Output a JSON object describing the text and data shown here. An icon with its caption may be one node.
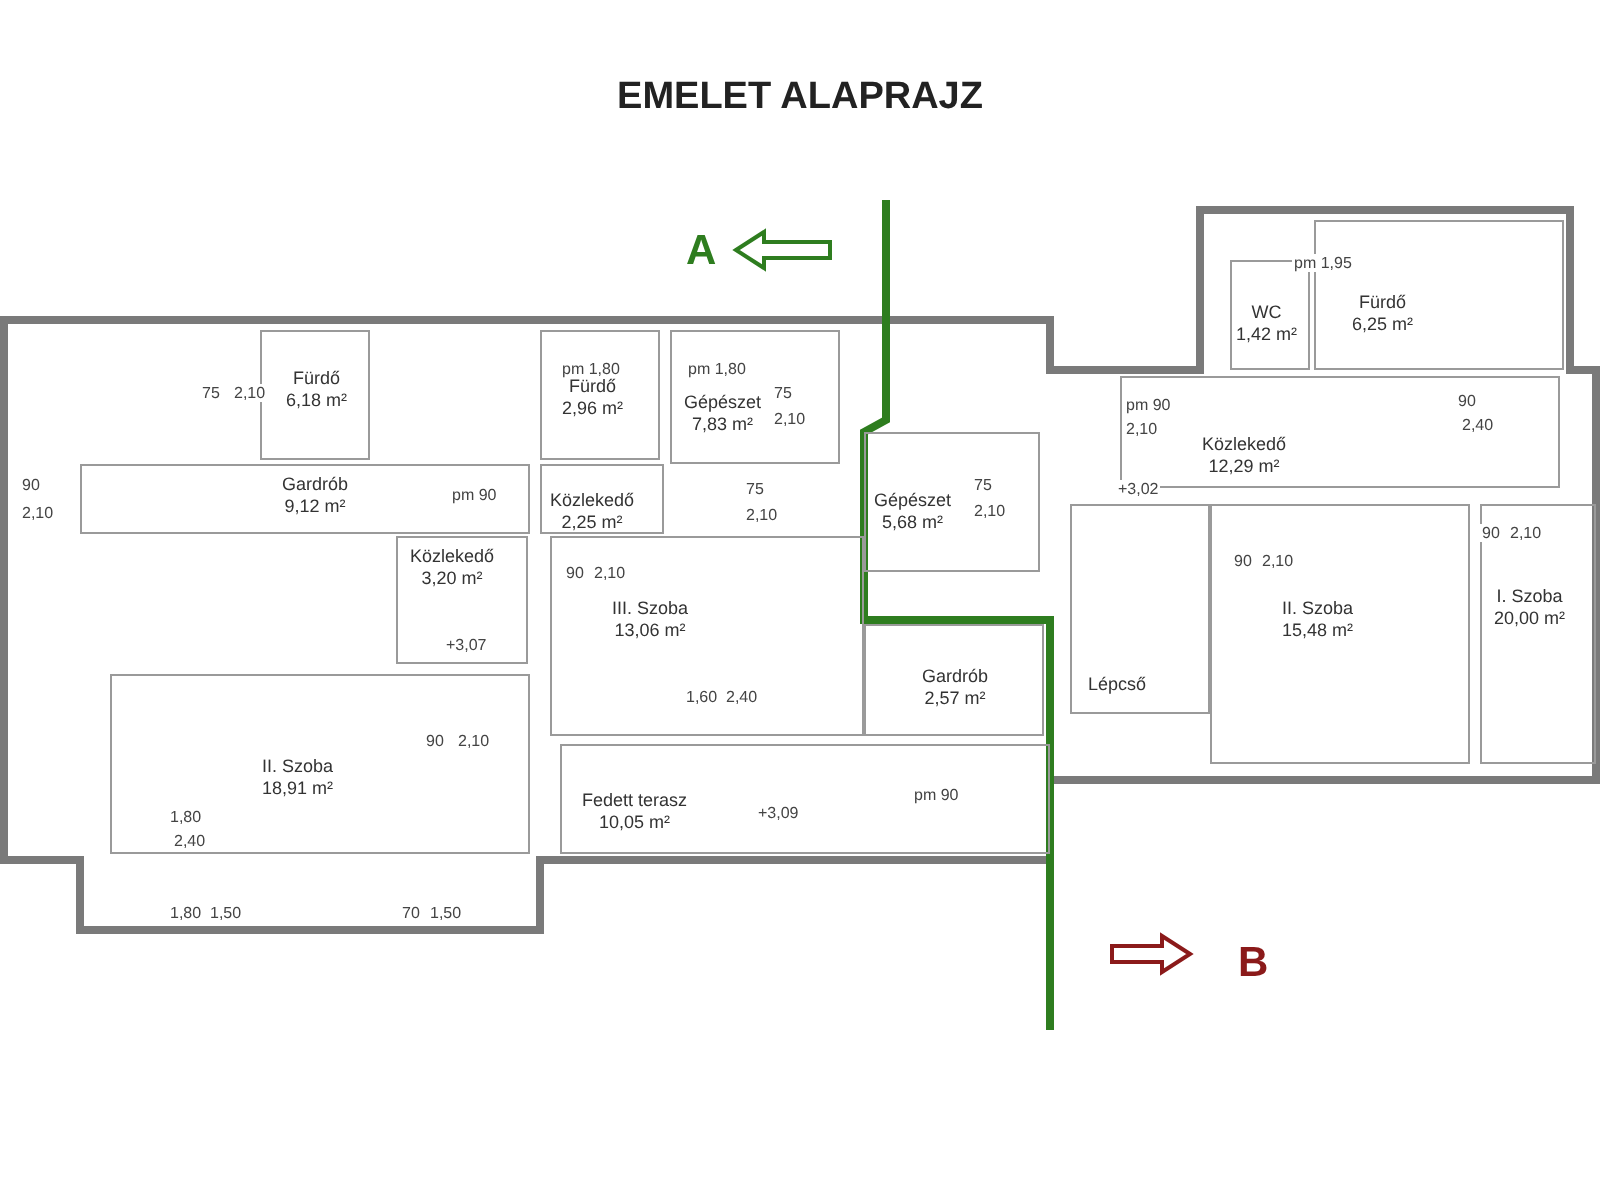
{
  "diagram": {
    "title": "EMELET ALAPRAJZ",
    "nodes": [
      {
        "text": [
          "Fürdő",
          "6,18 m²"
        ]
      },
      {
        "text": [
          "Fürdő",
          "2,96 m²"
        ]
      },
      {
        "text": [
          "Gépészet",
          "7,83 m²"
        ]
      },
      {
        "text": [
          "Gardrób",
          "9,12 m²"
        ]
      },
      {
        "text": [
          "Közlekedő",
          "2,25 m²"
        ]
      },
      {
        "text": [
          "Gépészet",
          "5,68 m²"
        ]
      },
      {
        "text": [
          "Közlekedő",
          "3,20 m²"
        ]
      },
      {
        "text": [
          "III. Szoba",
          "13,06 m²"
        ]
      },
      {
        "text": [
          "Gardrób",
          "2,57 m²"
        ]
      },
      {
        "text": [
          "Lépcső"
        ]
      },
      {
        "text": [
          "II. Szoba",
          "18,91 m²"
        ]
      },
      {
        "text": [
          "Fedett terasz",
          "10,05 m²"
        ]
      },
      {
        "text": [
          "WC",
          "1,42 m²"
        ]
      },
      {
        "text": [
          "Fürdő",
          "6,25 m²"
        ]
      },
      {
        "text": [
          "Közlekedő",
          "12,29 m²"
        ]
      },
      {
        "text": [
          "II. Szoba",
          "15,48 m²"
        ]
      },
      {
        "text": [
          "I. Szoba",
          "20,00 m²"
        ]
      }
    ],
    "labels": [
      "A",
      "pm 1,95",
      "pm 1,80",
      "pm 1,80",
      "75",
      "2,10",
      "pm 90",
      "2,10",
      "90",
      "2,40",
      "90",
      "2,10",
      "75",
      "2,10",
      "pm 90",
      "75",
      "2,10",
      "75",
      "2,10",
      "+3,02",
      "+3,07",
      "90",
      "2,10",
      "90",
      "2,10",
      "90",
      "2,10",
      "90",
      "2,10",
      "1,60",
      "2,40",
      "1,80",
      "2,40",
      "+3,09",
      "pm 90",
      "1,80",
      "1,50",
      "70",
      "1,50",
      "B"
    ]
  }
}
